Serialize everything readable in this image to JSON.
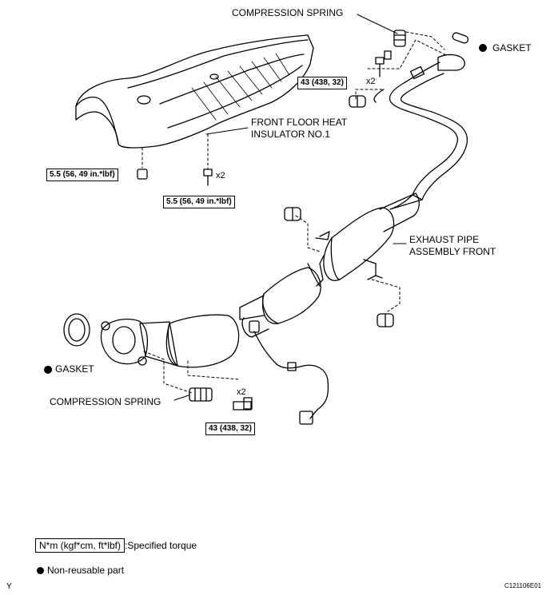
{
  "labels": {
    "compression_spring_top": "COMPRESSION SPRING",
    "gasket_top": "GASKET",
    "heat_insulator_line1": "FRONT FLOOR HEAT",
    "heat_insulator_line2": "INSULATOR NO.1",
    "exhaust_pipe_line1": "EXHAUST PIPE",
    "exhaust_pipe_line2": "ASSEMBLY FRONT",
    "gasket_bottom": "GASKET",
    "compression_spring_bottom": "COMPRESSION SPRING"
  },
  "torques": {
    "top_bolt": "43 (438, 32)",
    "insulator_left": "5.5 (56, 49 in.*lbf)",
    "insulator_right": "5.5 (56, 49 in.*lbf)",
    "bottom_bolt": "43 (438, 32)"
  },
  "quantities": {
    "top_bolt": "x2",
    "insulator_bolt": "x2",
    "bottom_bolt": "x2"
  },
  "legend": {
    "torque_units": "N*m (kgf*cm, ft*lbf)",
    "torque_desc": ":Specified torque",
    "non_reusable": "Non-reusable part"
  },
  "corner_letter": "Y",
  "figure_code": "C121106E01"
}
